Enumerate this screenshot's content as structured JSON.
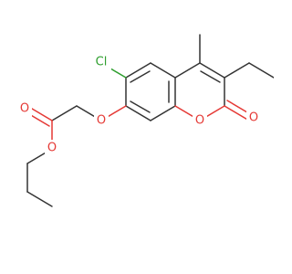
{
  "molecule": {
    "atoms": [
      {
        "id": "cl",
        "label": "Cl",
        "color": "#2e9e2e"
      },
      {
        "id": "o_ether",
        "label": "O",
        "color": "#e53935"
      },
      {
        "id": "o_ring",
        "label": "O",
        "color": "#e53935"
      },
      {
        "id": "o_lactone",
        "label": "O",
        "color": "#e53935"
      },
      {
        "id": "o_ester_carbonyl",
        "label": "O",
        "color": "#e53935"
      },
      {
        "id": "o_ester",
        "label": "O",
        "color": "#e53935"
      }
    ],
    "bond_color": "#333333"
  }
}
